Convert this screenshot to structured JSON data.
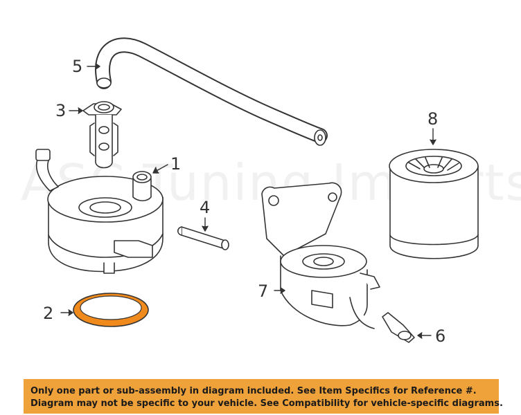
{
  "watermark": "ASC Tuning Imports",
  "callouts": [
    {
      "id": "1",
      "label": "1"
    },
    {
      "id": "2",
      "label": "2"
    },
    {
      "id": "3",
      "label": "3"
    },
    {
      "id": "4",
      "label": "4"
    },
    {
      "id": "5",
      "label": "5"
    },
    {
      "id": "6",
      "label": "6"
    },
    {
      "id": "7",
      "label": "7"
    },
    {
      "id": "8",
      "label": "8"
    }
  ],
  "highlight_color": "#f08a1c",
  "banner": {
    "line1": "Only one part or sub-assembly in diagram included. See Item Specifics for Reference #.",
    "line2": "Diagram may not be specific to your vehicle. See Compatibility for vehicle-specific diagrams.",
    "background": "#f0a23a"
  }
}
